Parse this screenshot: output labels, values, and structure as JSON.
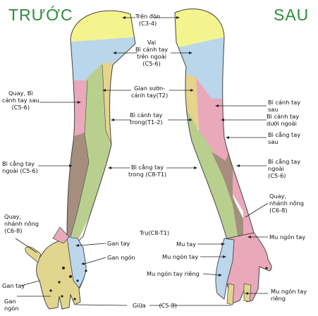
{
  "titles": {
    "front": "TRƯỚC",
    "back": "SAU"
  },
  "colors": {
    "title": "#2e8b3a",
    "shoulder_yellow": "#f4f48e",
    "axillary_blue": "#b9d6ea",
    "radial_pink": "#e9a9bb",
    "medial_tan": "#e6d48c",
    "ulnar_green": "#b9cf8e",
    "lateral_brown": "#a58e7e",
    "median_tan": "#e2d58e",
    "ulnar_blue": "#bcd6ec",
    "outline": "#444444"
  },
  "labels": {
    "supraclavicular": {
      "line1": "Trên đòn",
      "line2": "(C3-4)"
    },
    "axillary": {
      "line1": "Vai",
      "line2": "Bì cánh tay",
      "line3": "trên ngoài",
      "line4": "(C5-6)"
    },
    "radial_front": {
      "line1": "Quay, Bì",
      "line2": "cánh tay sau",
      "line3": "(C5-6)"
    },
    "intercostobrachial": {
      "line1": "Gian sườn-",
      "line2": "cánh tay(T2)"
    },
    "medial_brachial": {
      "line1": "Bì cánh tay",
      "line2": "trong(T1-2)"
    },
    "lateral_antebrachial_front": {
      "line1": "Bì cẳng tay",
      "line2": "ngoài (C5-6)"
    },
    "medial_antebrachial": {
      "line1": "Bì cẳng tay",
      "line2": "trong (C8-T1)"
    },
    "radial_superficial_front": {
      "line1": "Quay,",
      "line2": "nhánh nông",
      "line3": "(C6-8)"
    },
    "ulnar_front": {
      "text": "Trụ(C8-T1)"
    },
    "median_palmar": {
      "text": "Gan tay"
    },
    "median_finger": {
      "text": "Gan ngón"
    },
    "palm_left": {
      "text": "Gan tay"
    },
    "finger_bottom": {
      "line1": "Gan",
      "line2": "ngón"
    },
    "middle": {
      "line1": "Giữa",
      "line2": "(C5-8)"
    },
    "posterior_brachial": {
      "line1": "Bì cánh tay",
      "line2": "sau"
    },
    "inferior_lateral_brachial": {
      "line1": "Bì cánh tay",
      "line2": "dưới ngoài"
    },
    "posterior_antebrachial": {
      "line1": "Bì cẳng tay",
      "line2": "sau"
    },
    "lateral_antebrachial_back": {
      "line1": "Bì cẳng tay",
      "line2": "ngoài",
      "line3": "(C5-6)"
    },
    "radial_superficial_back": {
      "line1": "Quay,",
      "line2": "nhánh nông",
      "line3": "(C6-8)"
    },
    "dorsal_finger_right": {
      "text": "Mu ngón tay"
    },
    "dorsal_hand": {
      "text": "Mu tay"
    },
    "dorsal_finger_mid": {
      "text": "Mu ngón tay"
    },
    "dorsal_finger_own": {
      "text": "Mu ngón tay riêng"
    },
    "dorsal_finger_own_right": {
      "line1": "Mu ngón tay",
      "line2": "riêng"
    }
  }
}
